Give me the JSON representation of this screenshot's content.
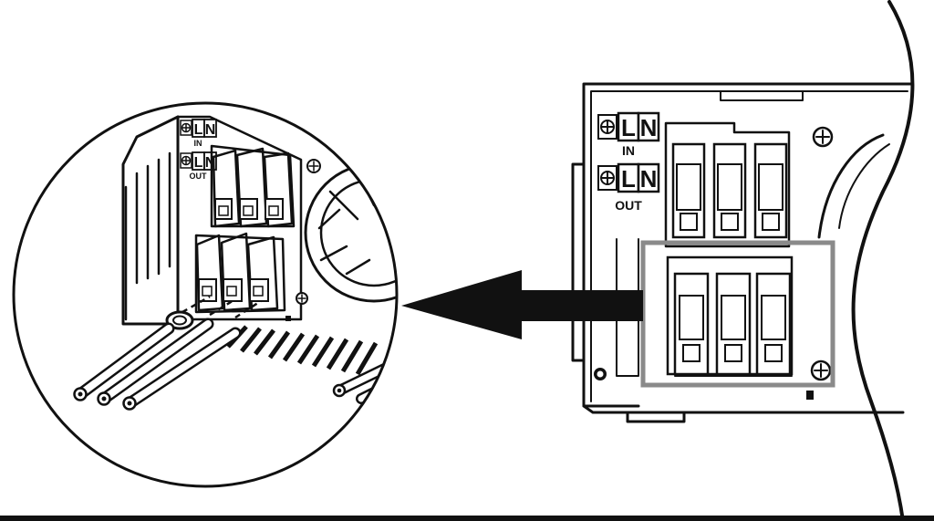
{
  "colors": {
    "ink": "#111111",
    "paper": "#ffffff",
    "highlight_frame": "#8a8a8a",
    "panel_fill": "#f4f4f4"
  },
  "unit_panel": {
    "in_terminal": {
      "ground_symbol": "ground-icon",
      "letters": [
        "L",
        "N"
      ],
      "caption": "IN"
    },
    "out_terminal": {
      "ground_symbol": "ground-icon",
      "letters": [
        "L",
        "N"
      ],
      "caption": "OUT"
    }
  },
  "zoom_view": {
    "in_terminal": {
      "ground_symbol": "ground-icon",
      "letters": [
        "L",
        "N"
      ],
      "caption": "IN"
    },
    "out_terminal": {
      "ground_symbol": "ground-icon",
      "letters": [
        "L",
        "N"
      ],
      "caption": "OUT"
    }
  },
  "arrow": {
    "direction": "left",
    "icon": "arrow-left-icon"
  }
}
